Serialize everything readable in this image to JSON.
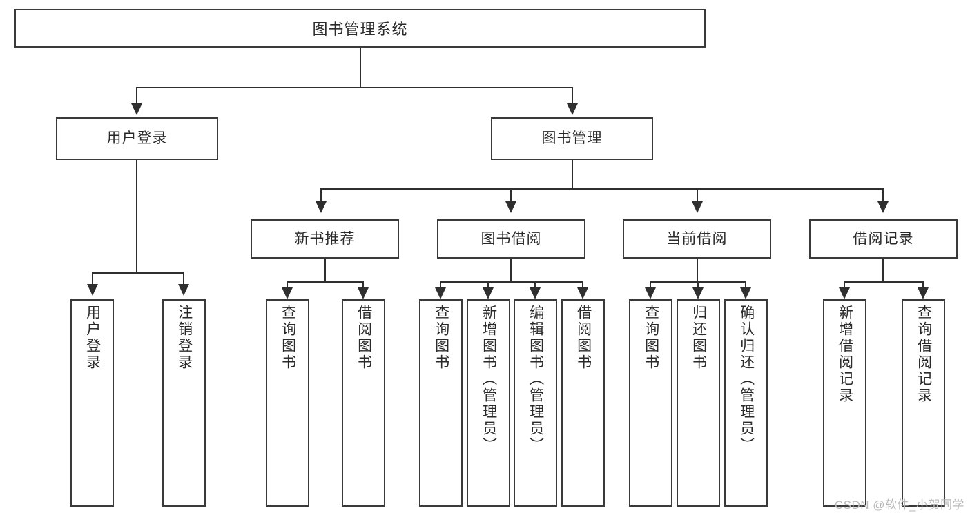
{
  "diagram": {
    "type": "tree-hierarchy-chart",
    "title": "图书管理系统",
    "orientation": "top-down",
    "colors": {
      "box_border": "#3a3a3a",
      "connector": "#2f2f2f",
      "background": "#ffffff",
      "text": "#2a2a2a",
      "watermark": "#b9b9b9"
    }
  },
  "root": {
    "label": "图书管理系统"
  },
  "level2": [
    {
      "label": "用户登录"
    },
    {
      "label": "图书管理"
    }
  ],
  "level3": [
    {
      "label": "新书推荐"
    },
    {
      "label": "图书借阅"
    },
    {
      "label": "当前借阅"
    },
    {
      "label": "借阅记录"
    }
  ],
  "leaves": {
    "user_login": [
      {
        "label": "用户登录"
      },
      {
        "label": "注销登录"
      }
    ],
    "new_book_recommend": [
      {
        "label": "查询图书"
      },
      {
        "label": "借阅图书"
      }
    ],
    "book_borrow": [
      {
        "label": "查询图书"
      },
      {
        "label": "新增图书（管理员）"
      },
      {
        "label": "编辑图书（管理员）"
      },
      {
        "label": "借阅图书"
      }
    ],
    "current_borrow": [
      {
        "label": "查询图书"
      },
      {
        "label": "归还图书"
      },
      {
        "label": "确认归还（管理员）"
      }
    ],
    "borrow_record": [
      {
        "label": "新增借阅记录"
      },
      {
        "label": "查询借阅记录"
      }
    ]
  },
  "watermark": {
    "text": "CSDN @软件_小贺同学"
  }
}
